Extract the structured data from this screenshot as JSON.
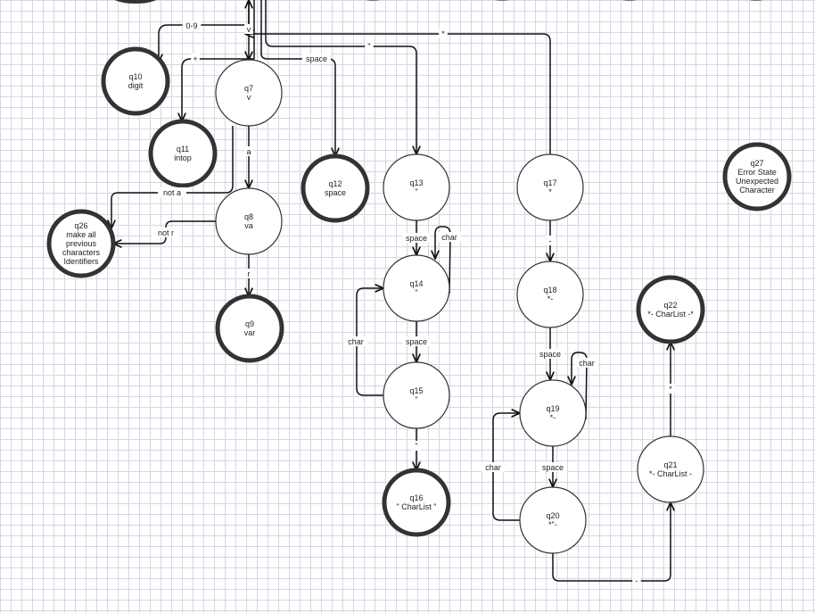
{
  "states": [
    {
      "id": "q10",
      "lines": [
        "q10",
        "digit"
      ],
      "accepting": true
    },
    {
      "id": "q11",
      "lines": [
        "q11",
        "intop"
      ],
      "accepting": true
    },
    {
      "id": "q7",
      "lines": [
        "q7",
        "v"
      ],
      "accepting": false
    },
    {
      "id": "q8",
      "lines": [
        "q8",
        "va"
      ],
      "accepting": false
    },
    {
      "id": "q9",
      "lines": [
        "q9",
        "var"
      ],
      "accepting": true
    },
    {
      "id": "q26",
      "lines": [
        "q26",
        "make all",
        "previous",
        "characters",
        "Identifiers"
      ],
      "accepting": true
    },
    {
      "id": "q12",
      "lines": [
        "q12",
        "space"
      ],
      "accepting": true
    },
    {
      "id": "q13",
      "lines": [
        "q13",
        "\""
      ],
      "accepting": false
    },
    {
      "id": "q14",
      "lines": [
        "q14",
        "\""
      ],
      "accepting": false
    },
    {
      "id": "q15",
      "lines": [
        "q15",
        "\""
      ],
      "accepting": false
    },
    {
      "id": "q16",
      "lines": [
        "q16",
        "\" CharList \""
      ],
      "accepting": true
    },
    {
      "id": "q17",
      "lines": [
        "q17",
        "*"
      ],
      "accepting": false
    },
    {
      "id": "q18",
      "lines": [
        "q18",
        "*-"
      ],
      "accepting": false
    },
    {
      "id": "q19",
      "lines": [
        "q19",
        "*-"
      ],
      "accepting": false
    },
    {
      "id": "q20",
      "lines": [
        "q20",
        "*\"-"
      ],
      "accepting": false
    },
    {
      "id": "q21",
      "lines": [
        "q21",
        "*- CharList -"
      ],
      "accepting": false
    },
    {
      "id": "q22",
      "lines": [
        "q22",
        "*- CharList -*"
      ],
      "accepting": true
    },
    {
      "id": "q27",
      "lines": [
        "q27",
        "Error State",
        "Unexpected",
        "Character"
      ],
      "accepting": true
    }
  ],
  "edges": [
    {
      "id": "to-q10",
      "label": "0-9"
    },
    {
      "id": "to-q11",
      "label": "+"
    },
    {
      "id": "to-q7",
      "label": "v"
    },
    {
      "id": "to-q12",
      "label": "space"
    },
    {
      "id": "to-q13",
      "label": "\""
    },
    {
      "id": "to-q17",
      "label": "*"
    },
    {
      "id": "q7-q8",
      "label": "a"
    },
    {
      "id": "q7-q26",
      "label": "not a"
    },
    {
      "id": "q8-q26",
      "label": "not r"
    },
    {
      "id": "q8-q9",
      "label": "r"
    },
    {
      "id": "q13-q14",
      "label": "space"
    },
    {
      "id": "q14-loop",
      "label": "char"
    },
    {
      "id": "q14-q15",
      "label": "space"
    },
    {
      "id": "q15-q14",
      "label": "char"
    },
    {
      "id": "q15-q16",
      "label": "\""
    },
    {
      "id": "q17-q18",
      "label": "-"
    },
    {
      "id": "q18-q19",
      "label": "space"
    },
    {
      "id": "q19-loop",
      "label": "char"
    },
    {
      "id": "q19-q20",
      "label": "space"
    },
    {
      "id": "q20-q19",
      "label": "char"
    },
    {
      "id": "q20-q21",
      "label": "-"
    },
    {
      "id": "q21-q22",
      "label": "*"
    }
  ]
}
